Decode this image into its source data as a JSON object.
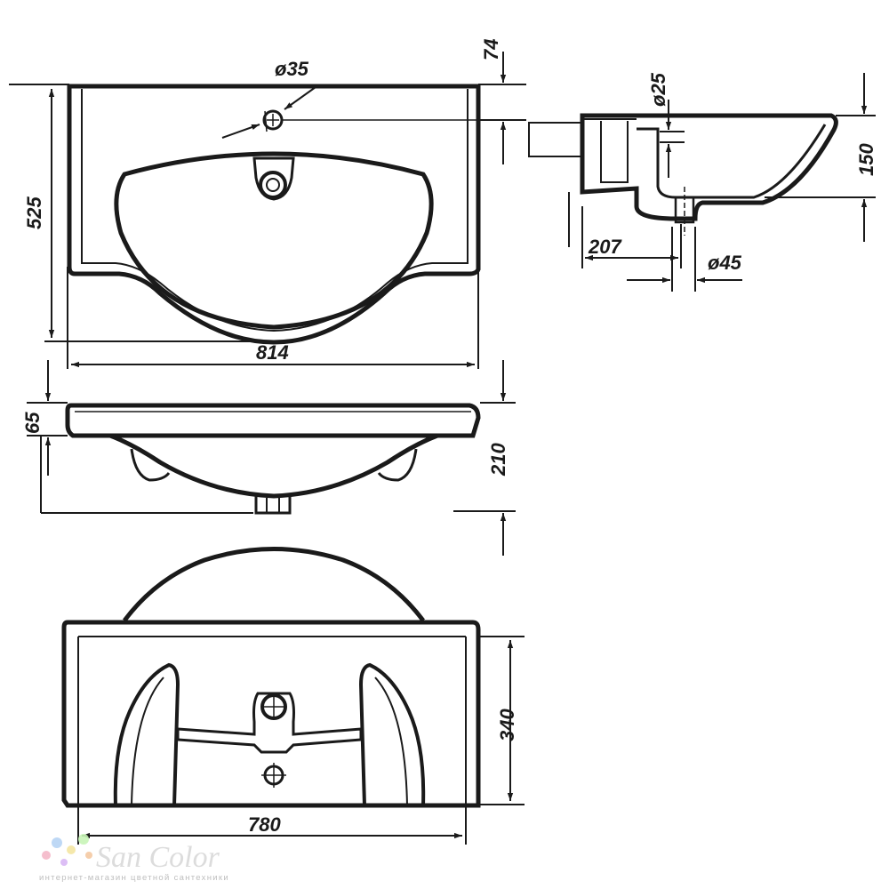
{
  "dimensions": {
    "top_width": "814",
    "top_depth": "525",
    "tap_hole_diameter": "ø35",
    "edge_offset": "74",
    "front_rim_height": "65",
    "front_total_height": "210",
    "side_drain_offset": "207",
    "side_drain_diameter": "ø45",
    "side_overflow_diameter": "ø25",
    "side_bowl_depth": "150",
    "bottom_depth": "340",
    "bottom_width": "780"
  },
  "watermark": {
    "brand": "San Color",
    "tagline": "интернет-магазин цветной сантехники",
    "dot_colors": [
      "#f5b7c8",
      "#b7d4f5",
      "#f5e6a3",
      "#c8f5b7",
      "#d9b7f5",
      "#f5c9a3"
    ]
  }
}
